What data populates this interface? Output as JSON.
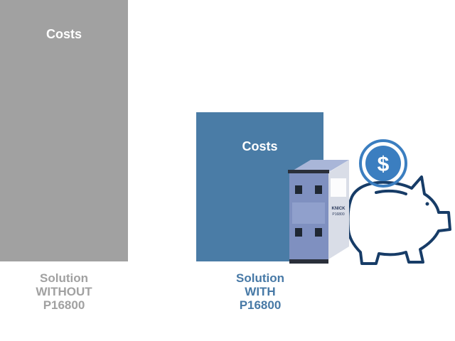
{
  "colors": {
    "without_bar": "#a1a1a1",
    "with_bar": "#4a7ca6",
    "without_caption": "#a1a1a1",
    "with_caption": "#4779a6",
    "bar_label": "#ffffff",
    "piggy_outline": "#173c67",
    "coin": "#3b7ec0",
    "device": "#8496c3"
  },
  "bars": {
    "without": {
      "label": "Costs"
    },
    "with": {
      "label": "Costs"
    }
  },
  "captions": {
    "without": {
      "line1": "Solution",
      "line2": "WITHOUT",
      "line3": "P16800"
    },
    "with": {
      "line1": "Solution",
      "line2": "WITH",
      "line3": "P16800"
    }
  },
  "icons": {
    "coin": "dollar-coin-icon",
    "piggy": "piggy-bank-icon",
    "device": "p16800-device-image"
  },
  "device": {
    "brand": "KNICK",
    "model": "P16800"
  }
}
